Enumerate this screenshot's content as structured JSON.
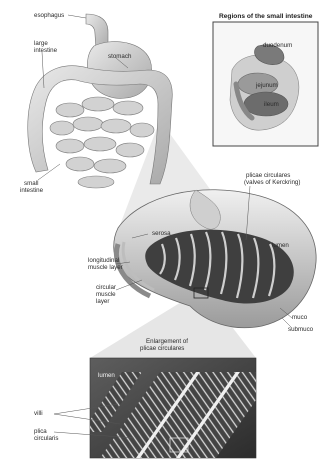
{
  "labels": {
    "esophagus": "esophagus",
    "large_intestine_1": "large",
    "large_intestine_2": "intestine",
    "stomach": "stomach",
    "small_intestine_1": "small",
    "small_intestine_2": "intestine",
    "plicae_1": "plicae circulares",
    "plicae_2": "(valves of Kerckring)",
    "serosa": "serosa",
    "lumen": "lumen",
    "longitudinal_1": "longitudinal",
    "longitudinal_2": "muscle layer",
    "circular_1": "circular",
    "circular_2": "muscle",
    "circular_3": "layer",
    "mucosa": "muco",
    "submucosa": "submuco",
    "enlargement_1": "Enlargement of",
    "enlargement_2": "plicae circulares",
    "lumen_2": "lumen",
    "villi": "villi",
    "plica_1": "plica",
    "plica_2": "circularis"
  },
  "inset": {
    "title": "Regions of the small intestine",
    "duodenum": "duodenum",
    "jejunum": "jejunum",
    "ileum": "ileum"
  }
}
